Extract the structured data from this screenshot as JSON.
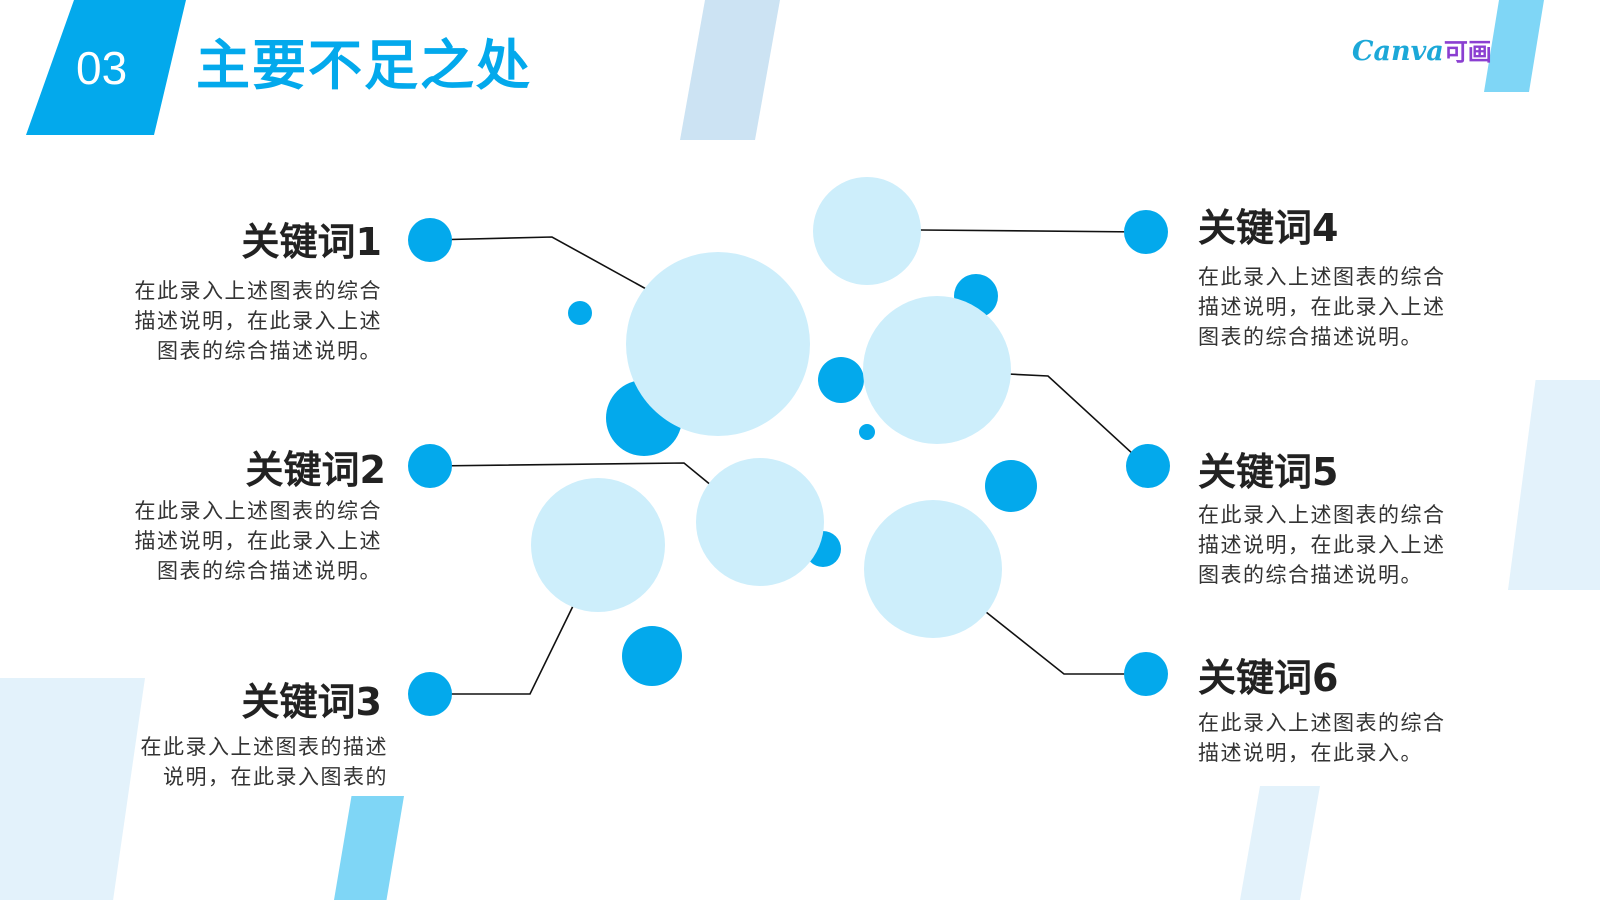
{
  "header": {
    "section_number": "03",
    "title": "主要不足之处",
    "brand": {
      "name_latin": "Canva",
      "name_cn": "可画"
    }
  },
  "keywords": [
    {
      "label": "关键词1",
      "desc_lines": [
        "在此录入上述图表的综合",
        "描述说明，在此录入上述",
        "图表的综合描述说明。"
      ]
    },
    {
      "label": "关键词2",
      "desc_lines": [
        "在此录入上述图表的综合",
        "描述说明，在此录入上述",
        "图表的综合描述说明。"
      ]
    },
    {
      "label": "关键词3",
      "desc_lines": [
        "在此录入上述图表的描述",
        "说明，在此录入图表的"
      ]
    },
    {
      "label": "关键词4",
      "desc_lines": [
        "在此录入上述图表的综合",
        "描述说明，在此录入上述",
        "图表的综合描述说明。"
      ]
    },
    {
      "label": "关键词5",
      "desc_lines": [
        "在此录入上述图表的综合",
        "描述说明，在此录入上述",
        "图表的综合描述说明。"
      ]
    },
    {
      "label": "关键词6",
      "desc_lines": [
        "在此录入上述图表的综合",
        "描述说明，在此录入。"
      ]
    }
  ],
  "colors": {
    "accent": "#03a9ec",
    "light_bubble": "#cdeefb",
    "connector": "#111111",
    "decor_light": "#cfe3f2"
  }
}
